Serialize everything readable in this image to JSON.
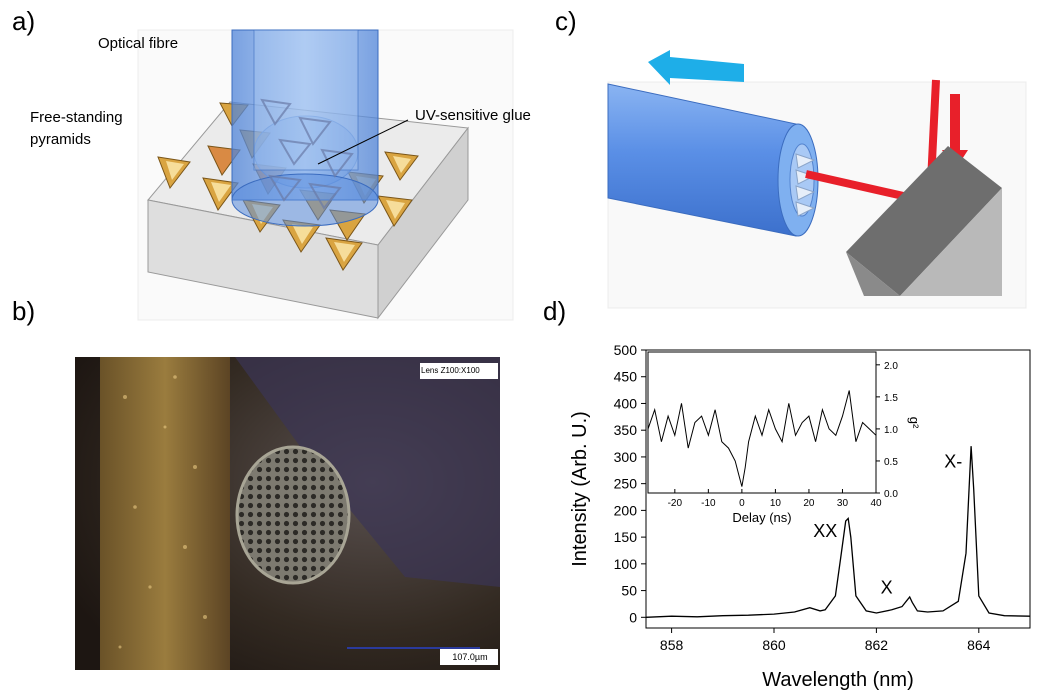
{
  "panels": {
    "a": {
      "label": "a)",
      "optical_fibre": "Optical fibre",
      "free_standing_line1": "Free-standing",
      "free_standing_line2": "pyramids",
      "uv_glue": "UV-sensitive glue"
    },
    "b": {
      "label": "b)",
      "lens_text": "Lens Z100:X100",
      "scale_bar": "107.0µm"
    },
    "c": {
      "label": "c)"
    },
    "d": {
      "label": "d)"
    }
  },
  "colors": {
    "fibre_blue": "#6b9ee8",
    "arrow_cyan": "#1eaee8",
    "laser_red": "#e8202a",
    "pyramid_gold": "#d9a441",
    "prism_grey": "#a9a9a9"
  },
  "chart_data": {
    "type": "line",
    "xlabel": "Wavelength (nm)",
    "ylabel": "Intensity (Arb. U.)",
    "xlim": [
      857.5,
      865.0
    ],
    "ylim": [
      -20,
      500
    ],
    "xticks": [
      858,
      860,
      862,
      864
    ],
    "yticks": [
      0,
      50,
      100,
      150,
      200,
      250,
      300,
      350,
      400,
      450,
      500
    ],
    "series": [
      {
        "x": [
          857.5,
          858.0,
          858.5,
          859.0,
          859.5,
          860.0,
          860.4,
          860.7,
          860.9,
          861.0,
          861.2,
          861.3,
          861.4,
          861.45,
          861.5,
          861.6,
          861.8,
          862.0,
          862.3,
          862.5,
          862.6,
          862.65,
          862.7,
          862.8,
          863.0,
          863.3,
          863.6,
          863.75,
          863.85,
          863.9,
          864.0,
          864.2,
          864.5,
          865.0
        ],
        "y": [
          0,
          2,
          1,
          3,
          4,
          6,
          10,
          18,
          12,
          14,
          40,
          110,
          180,
          185,
          150,
          40,
          12,
          8,
          14,
          20,
          32,
          38,
          28,
          12,
          10,
          12,
          30,
          120,
          320,
          240,
          40,
          8,
          3,
          2
        ]
      }
    ],
    "annotations": [
      {
        "text": "XX",
        "x": 861.0,
        "y": 150
      },
      {
        "text": "X",
        "x": 862.2,
        "y": 45
      },
      {
        "text": "X-",
        "x": 863.5,
        "y": 280
      }
    ],
    "inset": {
      "type": "line",
      "xlabel": "Delay (ns)",
      "ylabel": "g²",
      "xlim": [
        -28,
        40
      ],
      "ylim": [
        0.0,
        2.2
      ],
      "xticks": [
        -20,
        -10,
        0,
        10,
        20,
        30,
        40
      ],
      "yticks": [
        0.0,
        0.5,
        1.0,
        1.5,
        2.0
      ],
      "series": [
        {
          "x": [
            -28,
            -26,
            -24,
            -22,
            -20,
            -18,
            -16,
            -14,
            -12,
            -10,
            -8,
            -6,
            -4,
            -2,
            -1,
            0,
            1,
            2,
            4,
            6,
            8,
            10,
            12,
            14,
            16,
            18,
            20,
            22,
            24,
            26,
            28,
            30,
            32,
            34,
            36,
            38,
            40
          ],
          "y": [
            1.0,
            1.3,
            0.8,
            1.2,
            0.9,
            1.4,
            0.7,
            1.1,
            1.2,
            0.9,
            1.3,
            0.8,
            0.7,
            0.5,
            0.3,
            0.1,
            0.4,
            0.8,
            1.2,
            0.9,
            1.3,
            1.0,
            0.8,
            1.4,
            0.9,
            1.1,
            1.2,
            0.8,
            1.3,
            1.0,
            0.9,
            1.2,
            1.6,
            0.8,
            1.1,
            1.0,
            0.9
          ]
        }
      ]
    }
  }
}
